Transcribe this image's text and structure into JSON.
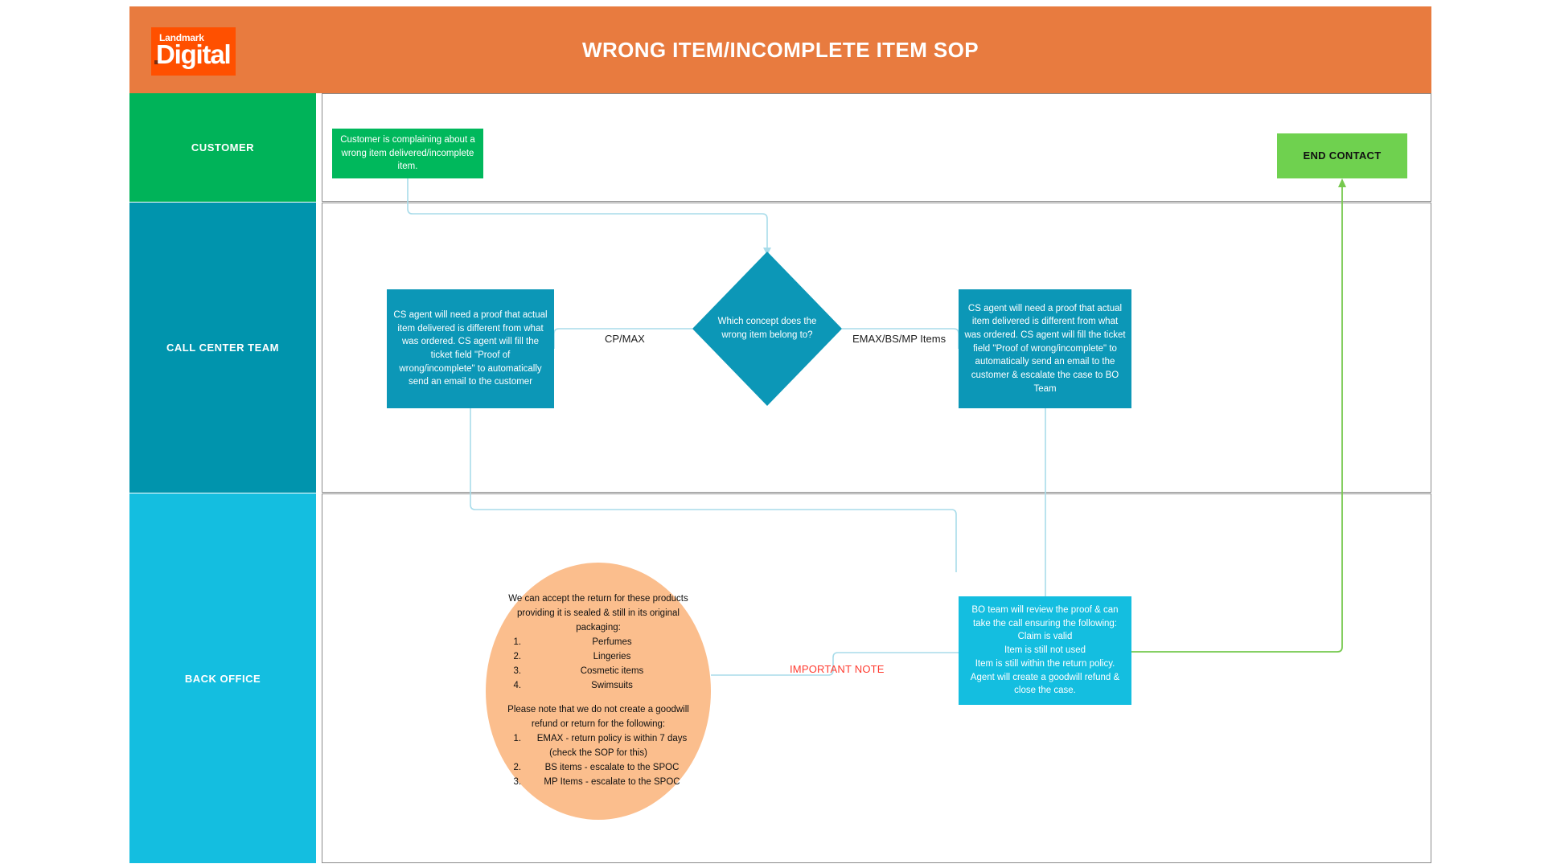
{
  "header": {
    "title": "WRONG ITEM/INCOMPLETE ITEM SOP",
    "background_color": "#E87B3F",
    "logo": {
      "name": "landmark-digital-logo",
      "top_text": "Landmark",
      "bottom_text": "Digital",
      "background_color": "#FF5000"
    }
  },
  "lanes": [
    {
      "id": "customer",
      "label": "CUSTOMER",
      "color": "#00B359"
    },
    {
      "id": "call-center",
      "label": "CALL CENTER TEAM",
      "color": "#0094AD"
    },
    {
      "id": "back-office",
      "label": "BACK OFFICE",
      "color": "#14BEE0"
    }
  ],
  "nodes": {
    "customer_complaint": {
      "label": "Customer is complaining about a wrong item delivered/incomplete item.",
      "color": "#00B85C",
      "lane": "customer",
      "shape": "rectangle"
    },
    "end_contact": {
      "label": "END CONTACT",
      "color": "#6FD14F",
      "lane": "customer",
      "shape": "rectangle"
    },
    "cs_agent_cpmax": {
      "label": "CS agent will need a proof that actual item delivered is different from what was ordered. CS agent will fill the ticket field \"Proof of wrong/incomplete\" to automatically send an email to the customer",
      "color": "#0C97B7",
      "lane": "call-center",
      "shape": "rectangle"
    },
    "decision": {
      "label": "Which concept does the wrong item belong to?",
      "color": "#0C97B7",
      "lane": "call-center",
      "shape": "diamond"
    },
    "cs_agent_emax": {
      "label": "CS agent will need a proof that actual item delivered is different from what was ordered. CS agent will fill the ticket field \"Proof of wrong/incomplete\" to automatically send an email to the customer & escalate the case to BO Team",
      "color": "#0C97B7",
      "lane": "call-center",
      "shape": "rectangle"
    },
    "bo_review": {
      "label": "BO team will review the proof & can take the call ensuring the following:\nClaim is valid\nItem is still not used\nItem is still within the return policy.\nAgent will create a goodwill refund & close the case.",
      "color": "#14BEE0",
      "lane": "back-office",
      "shape": "rectangle"
    },
    "important_note": {
      "color": "#FBBE8D",
      "lane": "back-office",
      "shape": "ellipse",
      "accept_intro": "We can accept the return for these products providing it is sealed & still in its original packaging:",
      "accept_items": [
        {
          "num": "1.",
          "text": "Perfumes"
        },
        {
          "num": "2.",
          "text": "Lingeries"
        },
        {
          "num": "3.",
          "text": "Cosmetic items"
        },
        {
          "num": "4.",
          "text": "Swimsuits"
        }
      ],
      "reject_intro": "Please note that we do not create a goodwill refund or return for the following:",
      "reject_items": [
        {
          "num": "1.",
          "text": "EMAX - return policy is within 7 days",
          "cont": "(check the SOP for this)"
        },
        {
          "num": "2.",
          "text": "BS items - escalate to the SPOC",
          "cont": ""
        },
        {
          "num": "3.",
          "text": "MP Items - escalate to the SPOC",
          "cont": ""
        }
      ]
    }
  },
  "edge_labels": {
    "cp_max": "CP/MAX",
    "emax_bs_mp": "EMAX/BS/MP Items",
    "important_note": "IMPORTANT NOTE"
  },
  "connector_colors": {
    "flow": "#A8DCEA",
    "end_path": "#76C94E"
  }
}
